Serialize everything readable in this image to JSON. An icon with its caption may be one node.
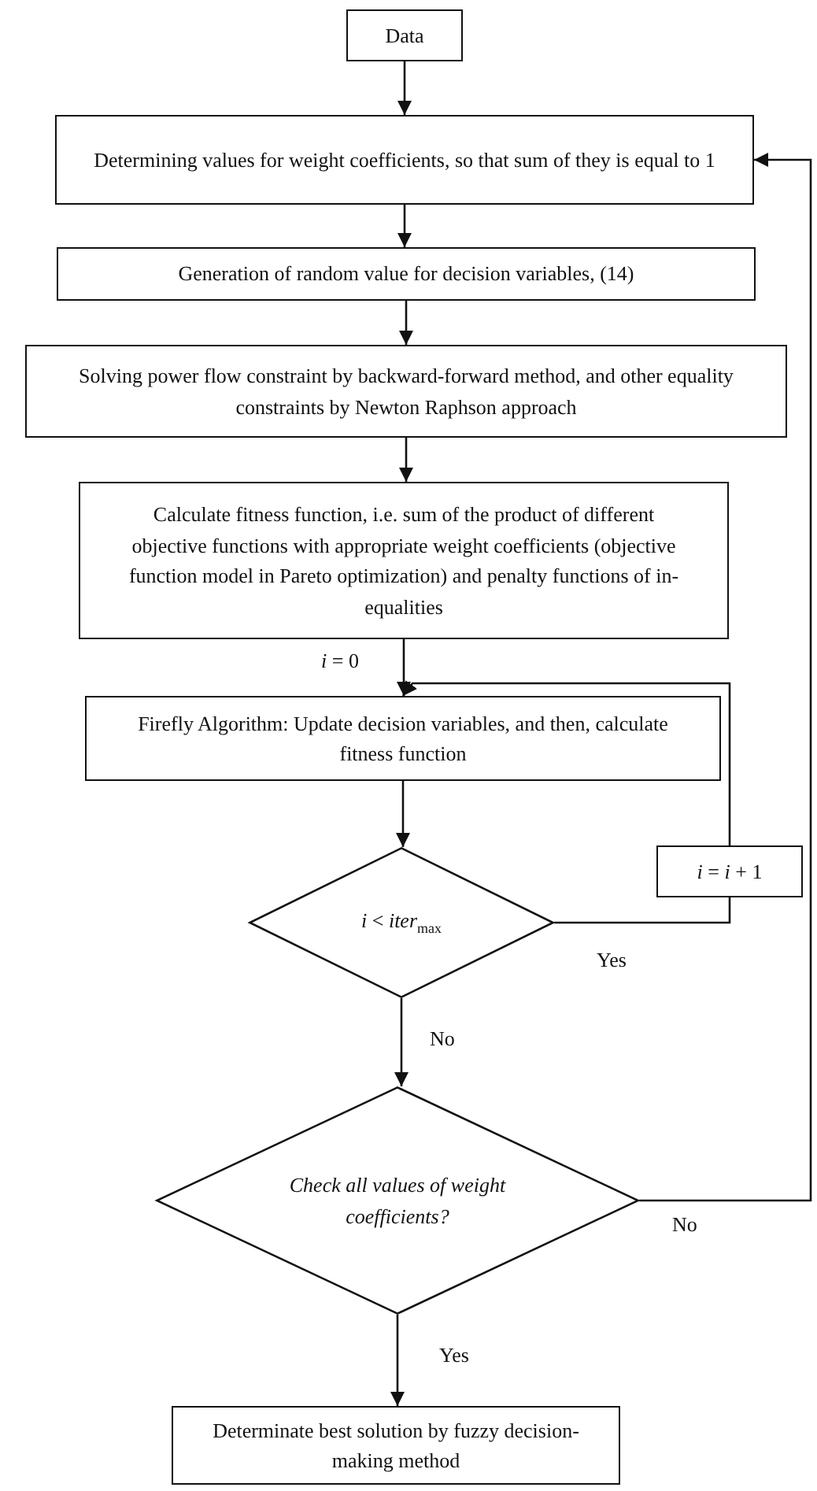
{
  "diagram": {
    "nodes": [
      {
        "text": [
          "Data"
        ]
      },
      {
        "text": [
          "Determining values for weight coefficients, so that sum of they is equal to 1"
        ]
      },
      {
        "text": [
          "Generation of random value for decision variables, (14)"
        ]
      },
      {
        "text": [
          "Solving power flow constraint by backward-forward method, and other equality constraints by Newton Raphson approach"
        ]
      },
      {
        "text": [
          "Calculate fitness function, i.e. sum of the product of different objective functions with appropriate weight coefficients (objective function model in Pareto optimization) and penalty functions of in-equalities"
        ]
      },
      {
        "text": [
          "Firefly Algorithm: Update decision variables, and then, calculate fitness function"
        ]
      },
      {
        "text": [
          "*i* < *iter*$_{max}$"
        ]
      },
      {
        "text": [
          "*i* = *i* + 1"
        ]
      },
      {
        "text": [
          "*Check all values of weight coefficients*?"
        ]
      },
      {
        "text": [
          "Determinate best solution by fuzzy decision-making method"
        ]
      }
    ],
    "edges": [
      {
        "from": 0,
        "to": 1,
        "arrow": "to"
      },
      {
        "from": 1,
        "to": 2,
        "arrow": "to"
      },
      {
        "from": 2,
        "to": 3,
        "arrow": "to"
      },
      {
        "from": 3,
        "to": 4,
        "arrow": "to"
      },
      {
        "from": 4,
        "to": 5,
        "arrow": "to",
        "label": "*i* = 0"
      },
      {
        "from": 5,
        "to": 6,
        "arrow": "to"
      },
      {
        "from": 6,
        "to": 7,
        "arrow": "none",
        "label": "Yes"
      },
      {
        "from": 7,
        "to": 5,
        "arrow": "to"
      },
      {
        "from": 6,
        "to": 8,
        "arrow": "to",
        "label": "No"
      },
      {
        "from": 8,
        "to": 1,
        "arrow": "to",
        "label": "No"
      },
      {
        "from": 8,
        "to": 9,
        "arrow": "to",
        "label": "Yes"
      }
    ]
  }
}
